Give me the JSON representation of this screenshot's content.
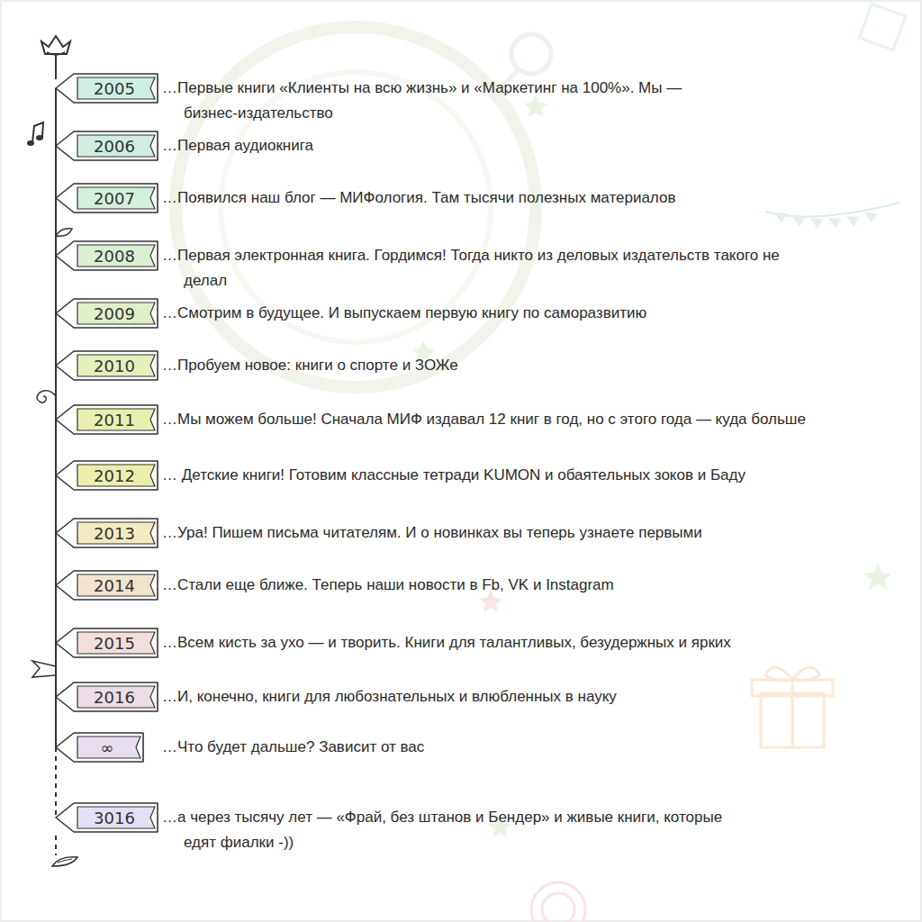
{
  "diagram": {
    "nodes": [
      {
        "text": [
          "2005"
        ]
      },
      {
        "text": [
          "2006"
        ]
      },
      {
        "text": [
          "2007"
        ]
      },
      {
        "text": [
          "2008"
        ]
      },
      {
        "text": [
          "2009"
        ]
      },
      {
        "text": [
          "2010"
        ]
      },
      {
        "text": [
          "2011"
        ]
      },
      {
        "text": [
          "2012"
        ]
      },
      {
        "text": [
          "2013"
        ]
      },
      {
        "text": [
          "2014"
        ]
      },
      {
        "text": [
          "2015"
        ]
      },
      {
        "text": [
          "2016"
        ]
      },
      {
        "text": [
          "∞"
        ]
      },
      {
        "text": [
          "3016"
        ]
      }
    ],
    "edges": [
      {
        "from": 0,
        "to": 1,
        "arrow": "none"
      },
      {
        "from": 1,
        "to": 2,
        "arrow": "none"
      },
      {
        "from": 2,
        "to": 3,
        "arrow": "none"
      },
      {
        "from": 3,
        "to": 4,
        "arrow": "none"
      },
      {
        "from": 4,
        "to": 5,
        "arrow": "none"
      },
      {
        "from": 5,
        "to": 6,
        "arrow": "none"
      },
      {
        "from": 6,
        "to": 7,
        "arrow": "none"
      },
      {
        "from": 7,
        "to": 8,
        "arrow": "none"
      },
      {
        "from": 8,
        "to": 9,
        "arrow": "none"
      },
      {
        "from": 9,
        "to": 10,
        "arrow": "none"
      },
      {
        "from": 10,
        "to": 11,
        "arrow": "none"
      },
      {
        "from": 11,
        "to": 12,
        "arrow": "none"
      },
      {
        "from": 12,
        "to": 13,
        "arrow": "none"
      }
    ],
    "labels": [
      "…Первые книги «Клиенты на всю жизнь» и «Маркетинг на 100%». Мы — бизнес-издательство",
      "…Первая аудиокнига",
      "…Появился наш блог — МИФология. Там тысячи полезных материалов",
      "…Первая электронная книга. Гордимся! Тогда никто из деловых издательств такого не делал",
      "…Смотрим в будущее. И выпускаем первую книгу по саморазвитию",
      "…Пробуем новое: книги о спорте и ЗОЖе",
      "…Мы можем больше! Сначала МИФ издавал 12 книг в год, но с этого года — куда больше",
      "… Детские книги! Готовим классные тетради KUMON и обаятельных зоков и Баду",
      "…Ура! Пишем письма читателям. И о новинках вы теперь узнаете первыми",
      "…Стали еще ближе. Теперь наши новости в Fb, VK и Instagram",
      "…Всем кисть за ухо — и творить. Книги для талантливых, безудержных и ярких",
      "…И, конечно, книги для любознательных и влюбленных в науку",
      "…Что будет дальше? Зависит от вас",
      "…а через тысячу лет — «Фрай, без штанов и Бендер» и живые книги, которые едят фиалки -))"
    ]
  }
}
